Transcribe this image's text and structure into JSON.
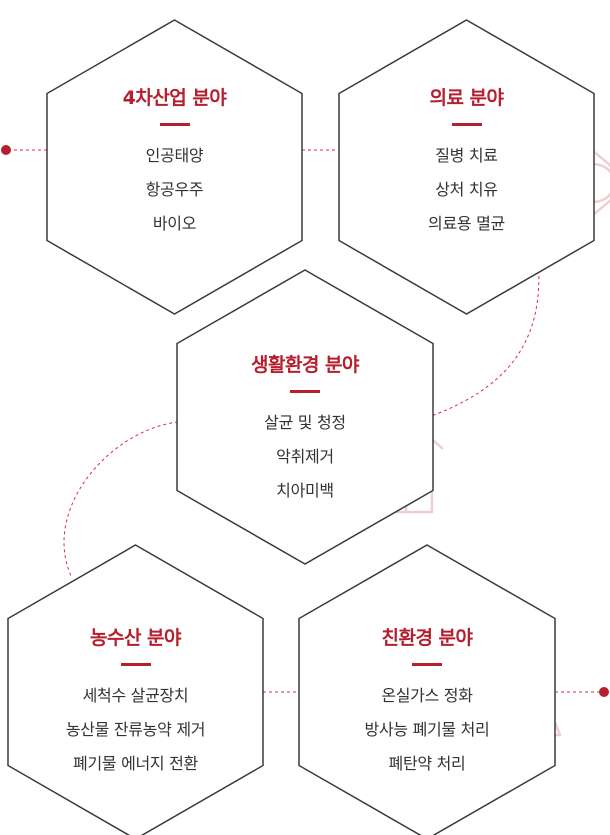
{
  "colors": {
    "accent": "#b5202e",
    "hex_stroke": "#3a3a3a",
    "connector": "#d7323c",
    "icon_stroke": "#eccfd1"
  },
  "hexagons": [
    {
      "id": "industry4",
      "title": "4차산업 분야",
      "items": [
        "인공태양",
        "항공우주",
        "바이오"
      ],
      "icon": "atom-icon"
    },
    {
      "id": "medical",
      "title": "의료 분야",
      "items": [
        "질병 치료",
        "상처 치유",
        "의료용 멸균"
      ],
      "icon": "bandage-icon"
    },
    {
      "id": "living",
      "title": "생활환경 분야",
      "items": [
        "살균 및 청정",
        "악취제거",
        "치아미백"
      ],
      "icon": "house-icon"
    },
    {
      "id": "agrifish",
      "title": "농수산 분야",
      "items": [
        "세척수 살균장치",
        "농산물 잔류농약 제거",
        "폐기물 에너지 전환"
      ],
      "icon": "sprout-sun-icon"
    },
    {
      "id": "eco",
      "title": "친환경 분야",
      "items": [
        "온실가스 정화",
        "방사능 폐기물 처리",
        "폐탄약 처리"
      ],
      "icon": "recycle-icon"
    }
  ]
}
